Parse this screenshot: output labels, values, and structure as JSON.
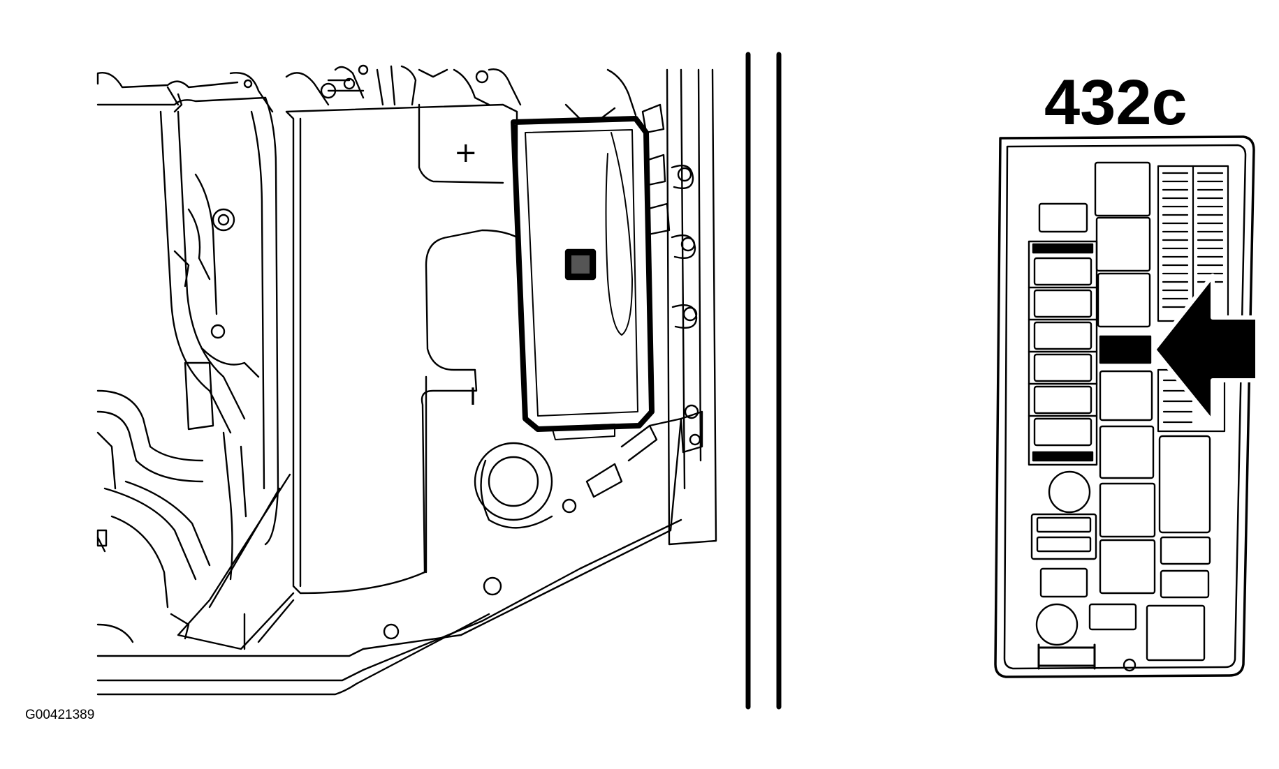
{
  "diagram": {
    "callout_label": "432c",
    "figure_id": "G00421389",
    "battery_positive_symbol": "+",
    "battery_negative_symbol": "I"
  },
  "colors": {
    "line": "#000000",
    "background": "#ffffff",
    "highlight": "#000000",
    "marker": "#555555"
  },
  "icons": {
    "callout_arrow": "left-arrow-icon"
  }
}
